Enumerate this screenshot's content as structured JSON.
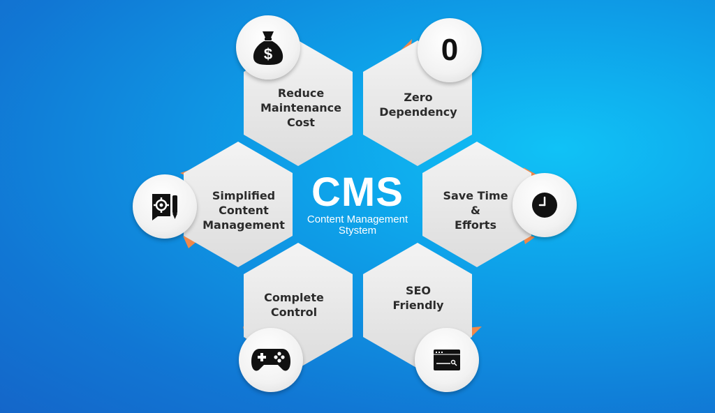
{
  "center": {
    "title": "CMS",
    "subtitle_line1": "Content Management",
    "subtitle_line2": "Stystem"
  },
  "benefits": [
    {
      "label": [
        "Reduce",
        "Maintenance",
        "Cost"
      ],
      "icon": "money-bag-icon"
    },
    {
      "label": [
        "Zero",
        "Dependency"
      ],
      "icon": "zero-icon",
      "icon_text": "0"
    },
    {
      "label": [
        "Simplified",
        "Content",
        "Management"
      ],
      "icon": "settings-document-icon"
    },
    {
      "label": [
        "Save Time",
        "&",
        "Efforts"
      ],
      "icon": "clock-icon"
    },
    {
      "label": [
        "Complete",
        "Control"
      ],
      "icon": "gamepad-icon"
    },
    {
      "label": [
        "SEO",
        "Friendly"
      ],
      "icon": "browser-search-icon"
    }
  ],
  "colors": {
    "hex_fill": "#e6e6e6",
    "accent": "#f0884a",
    "background": "#1177d4",
    "icon": "#111111"
  }
}
